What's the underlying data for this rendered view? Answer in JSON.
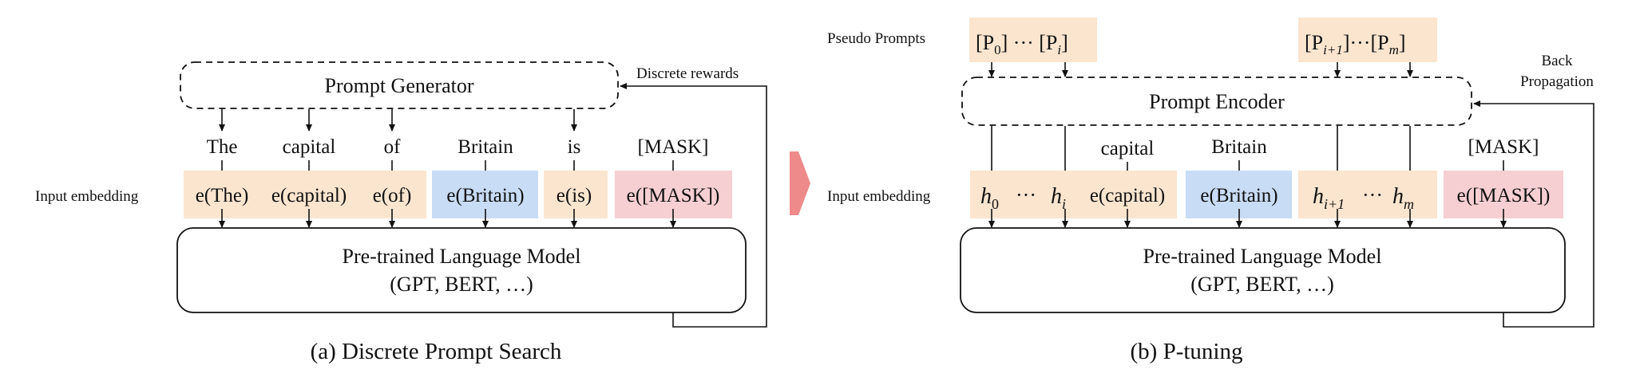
{
  "colors": {
    "orange_fill": "#fbe5cf",
    "blue_fill": "#c8dcf5",
    "pink_fill": "#f6cfd2",
    "arrow_fill": "#ee8a8a"
  },
  "panel_a": {
    "generator_label": "Prompt Generator",
    "rewards_label": "Discrete rewards",
    "input_embedding_label": "Input embedding",
    "tokens": [
      "The",
      "capital",
      "of",
      "Britain",
      "is",
      "[MASK]"
    ],
    "embeddings": [
      "e(The)",
      "e(capital)",
      "e(of)",
      "e(Britain)",
      "e(is)",
      "e([MASK])"
    ],
    "lm_line1": "Pre-trained Language Model",
    "lm_line2": "(GPT, BERT, …)",
    "caption": "(a) Discrete Prompt Search"
  },
  "panel_b": {
    "pseudo_prompts_label": "Pseudo Prompts",
    "encoder_label": "Prompt Encoder",
    "back_prop_line1": "Back",
    "back_prop_line2": "Propagation",
    "input_embedding_label": "Input embedding",
    "tokens": [
      "capital",
      "Britain",
      "[MASK]"
    ],
    "lm_line1": "Pre-trained Language Model",
    "lm_line2": "(GPT, BERT, …)",
    "caption": "(b) P-tuning"
  }
}
